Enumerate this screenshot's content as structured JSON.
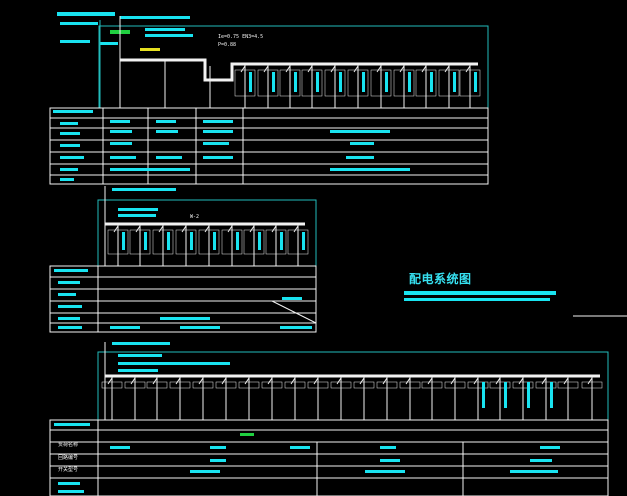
{
  "title": "配电系统图",
  "colors": {
    "background": "#000000",
    "frame": "#22bcbc",
    "bar_cyan": "#19e3f0",
    "line_white": "#f2f2f2",
    "accent_green": "#20d040",
    "accent_yellow": "#e6e020"
  },
  "panel1": {
    "spec_lines": [
      "Ie=0.75  EN3=4.5",
      "P=0.88"
    ]
  },
  "panel2": {
    "label": "W-2"
  },
  "panel3": {
    "row_labels": [
      "负荷名称",
      "回路编号",
      "开关型号"
    ]
  }
}
